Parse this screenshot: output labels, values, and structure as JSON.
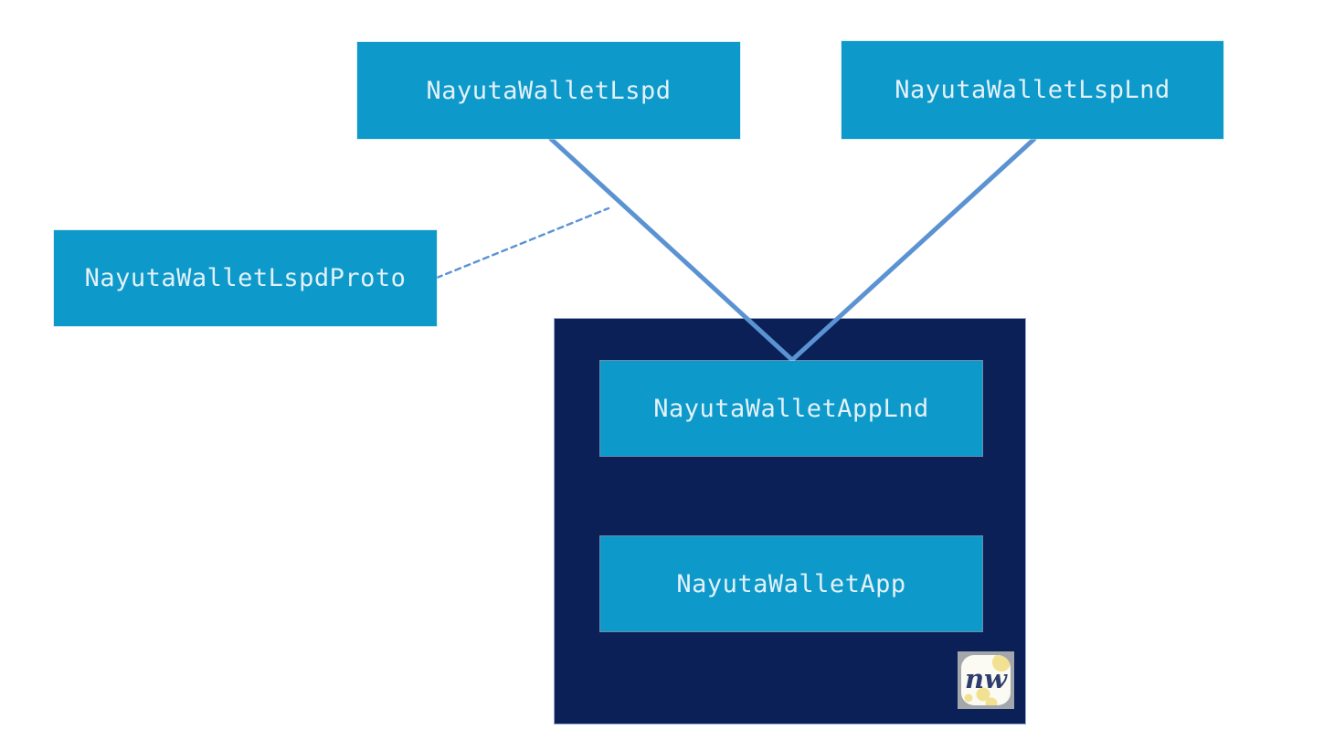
{
  "diagram": {
    "colors": {
      "node_fill": "#0d9aca",
      "node_text": "#e4f1f8",
      "container_fill": "#0a2057",
      "container_border": "#93aac9",
      "connector": "#5b93d2",
      "logo_frame": "#a3a7ab",
      "logo_bg": "#fbfaf3",
      "logo_yellow": "#f2e193",
      "logo_navy": "#2e3d6e",
      "canvas_bg": "#ffffff"
    },
    "nodes": {
      "lspd": {
        "label": "NayutaWalletLspd"
      },
      "lsplnd": {
        "label": "NayutaWalletLspLnd"
      },
      "lspdproto": {
        "label": "NayutaWalletLspdProto"
      },
      "applnd": {
        "label": "NayutaWalletAppLnd"
      },
      "app": {
        "label": "NayutaWalletApp"
      }
    },
    "logo": {
      "text": "nw"
    },
    "edges": [
      {
        "id": "lspd-to-applnd",
        "from": "lspd",
        "to": "applnd",
        "style": "solid",
        "width": 5,
        "points": [
          [
            603,
            152
          ],
          [
            867,
            394
          ]
        ]
      },
      {
        "id": "lsplnd-to-applnd",
        "from": "lsplnd",
        "to": "applnd",
        "style": "solid",
        "width": 5,
        "points": [
          [
            1132,
            152
          ],
          [
            867,
            394
          ]
        ]
      },
      {
        "id": "lspdproto-to-link",
        "from": "lspdproto",
        "to": "lspd-to-applnd",
        "style": "dashed",
        "width": 2.4,
        "points": [
          [
            478,
            304
          ],
          [
            666,
            228
          ]
        ]
      }
    ]
  }
}
